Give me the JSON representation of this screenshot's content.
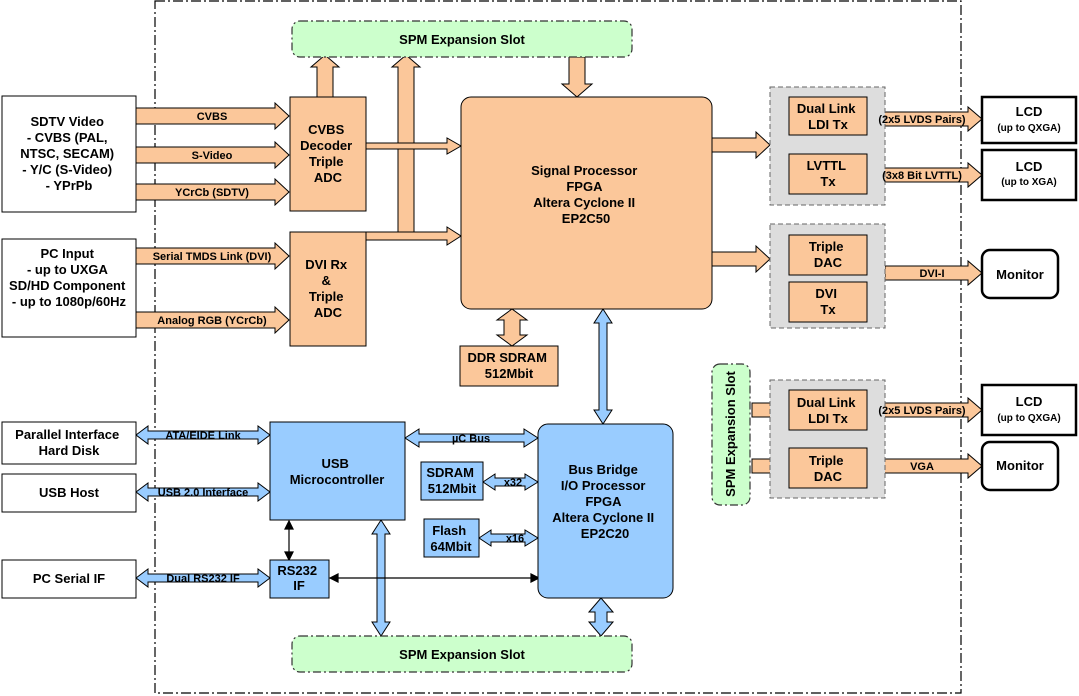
{
  "colors": {
    "orange": "#FBC79A",
    "blue": "#99CCFF",
    "green": "#CCFFCC",
    "gray_group": "#DDDDDD",
    "stroke": "#000000"
  },
  "spm_top": "SPM Expansion Slot",
  "spm_bottom": "SPM Expansion Slot",
  "spm_right": "SPM Expansion Slot",
  "sdtv": [
    "SDTV Video",
    "- CVBS (PAL,",
    "NTSC, SECAM)",
    "- Y/C (S-Video)",
    "- YPrPb"
  ],
  "pc_input": [
    "PC Input",
    "- up to UXGA",
    "",
    "SD/HD Component",
    "- up to 1080p/60Hz"
  ],
  "parallel": [
    "Parallel Interface",
    "Hard Disk"
  ],
  "usb_host": "USB Host",
  "pc_serial": "PC Serial IF",
  "cvbs_decoder": [
    "CVBS",
    "Decoder",
    "Triple",
    "ADC"
  ],
  "dvi_rx": [
    "DVI Rx",
    "&",
    "Triple",
    "ADC"
  ],
  "signal_processor": [
    "Signal Processor",
    "",
    "FPGA",
    "Altera Cyclone II",
    "EP2C50"
  ],
  "ddr": [
    "DDR SDRAM",
    "512Mbit"
  ],
  "usb_micro": [
    "USB",
    "Microcontroller"
  ],
  "rs232": [
    "RS232",
    "IF"
  ],
  "sdram": [
    "SDRAM",
    "512Mbit"
  ],
  "flash": [
    "Flash",
    "64Mbit"
  ],
  "bus_bridge": [
    "Bus Bridge",
    "I/O Processor",
    "",
    "FPGA",
    "Altera Cyclone II",
    "EP2C20"
  ],
  "dual_link_1": [
    "Dual Link",
    "LDI Tx"
  ],
  "lvttl": [
    "LVTTL",
    "Tx"
  ],
  "triple_dac_1": [
    "Triple",
    "DAC"
  ],
  "dvi_tx": [
    "DVI",
    "Tx"
  ],
  "dual_link_2": [
    "Dual Link",
    "LDI Tx"
  ],
  "triple_dac_2": [
    "Triple",
    "DAC"
  ],
  "lcd_1": [
    "LCD",
    "(up to QXGA)"
  ],
  "lcd_2": [
    "LCD",
    "(up to XGA)"
  ],
  "monitor_1": "Monitor",
  "lcd_3": [
    "LCD",
    "(up to QXGA)"
  ],
  "monitor_2": "Monitor",
  "arrow_labels": {
    "cvbs": "CVBS",
    "svideo": "S-Video",
    "ycrcb": "YCrCb (SDTV)",
    "serial_tmds": "Serial TMDS Link (DVI)",
    "analog_rgb": "Analog RGB (YCrCb)",
    "ata": "ATA/EIDE Link",
    "usb20": "USB 2.0 Interface",
    "dual_rs232": "Dual RS232 IF",
    "uc_bus": "µC Bus",
    "x32": "x32",
    "x16": "x16",
    "lvds_1": "(2x5 LVDS Pairs)",
    "lvttl_bits": "(3x8 Bit LVTTL)",
    "dvii": "DVI-I",
    "lvds_2": "(2x5 LVDS Pairs)",
    "vga": "VGA"
  }
}
